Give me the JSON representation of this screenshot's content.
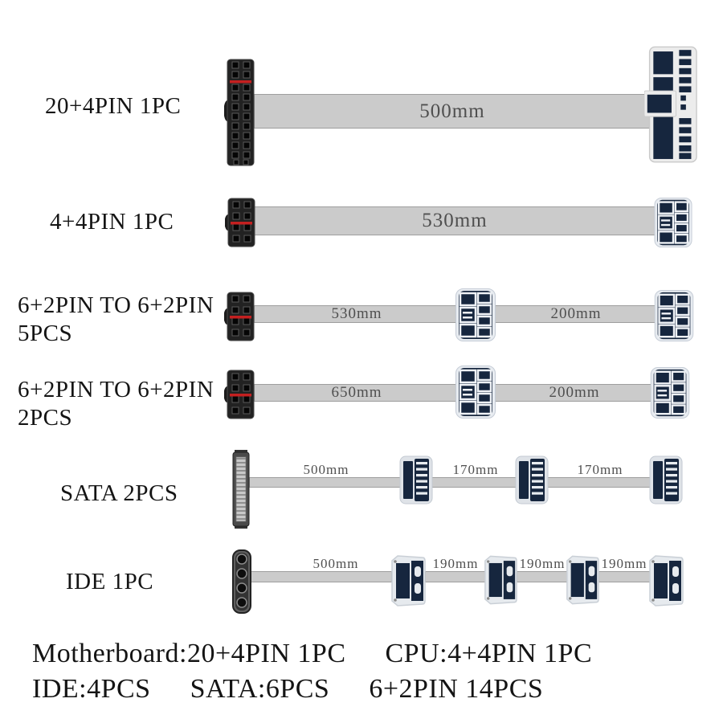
{
  "rows": [
    {
      "label": "20+4PIN 1PC",
      "segments": [
        {
          "length": "500mm"
        }
      ]
    },
    {
      "label": "4+4PIN 1PC",
      "segments": [
        {
          "length": "530mm"
        }
      ]
    },
    {
      "label": "6+2PIN TO 6+2PIN",
      "sublabel": "5PCS",
      "segments": [
        {
          "length": "530mm"
        },
        {
          "length": "200mm"
        }
      ]
    },
    {
      "label": "6+2PIN TO 6+2PIN",
      "sublabel": "2PCS",
      "segments": [
        {
          "length": "650mm"
        },
        {
          "length": "200mm"
        }
      ]
    },
    {
      "label": "SATA 2PCS",
      "segments": [
        {
          "length": "500mm"
        },
        {
          "length": "170mm"
        },
        {
          "length": "170mm"
        }
      ]
    },
    {
      "label": "IDE 1PC",
      "segments": [
        {
          "length": "500mm"
        },
        {
          "length": "190mm"
        },
        {
          "length": "190mm"
        },
        {
          "length": "190mm"
        }
      ]
    }
  ],
  "footer": {
    "line1": {
      "part1": "Motherboard:20+4PIN 1PC",
      "part2": "CPU:4+4PIN 1PC"
    },
    "line2": {
      "part1": "IDE:4PCS",
      "part2": "SATA:6PCS",
      "part3": "6+2PIN 14PCS"
    }
  },
  "colors": {
    "connector_navy": "#16263e",
    "cable_gray": "#cbcbcb",
    "red_key_stripe": "#c42020",
    "connector_black": "#222222",
    "length_text": "#4f4f4f"
  }
}
